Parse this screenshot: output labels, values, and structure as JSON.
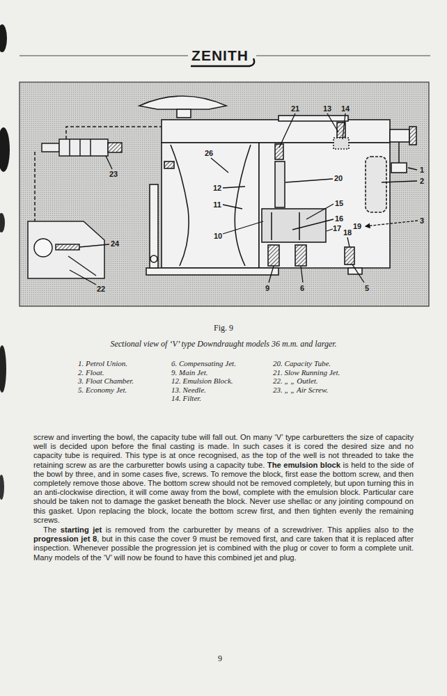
{
  "diagram": {
    "title": "ZENITH",
    "caption": "Sectional view of ‘V’ type Downdraught models 36 m.m. and larger.",
    "labels": [
      "21",
      "13",
      "14",
      "1",
      "2",
      "20",
      "26",
      "12",
      "11",
      "15",
      "16",
      "17",
      "18",
      "19",
      "3",
      "10",
      "9",
      "6",
      "5",
      "23",
      "24",
      "22",
      "Fig. 9",
      "1. Petrol Union.",
      "2. Float.",
      "3. Float Chamber.",
      "5. Economy Jet.",
      "6. Compensating Jet.",
      "9. Main Jet.",
      "12. Emulsion Block.",
      "13. Needle.",
      "14. Filter.",
      "20. Capacity Tube.",
      "21. Slow Running Jet.",
      "22. „ „ Outlet.",
      "23. „ „ Air Screw.",
      "screw and inverting the bowl, the capacity tube will fall out. On many ‘V’ type carburetters the size of capacity well is decided upon before the final casting is made. In such cases it is cored the desired size and no capacity tube is required. This type is at once recognised, as the top of the well is not threaded to take the retaining screw as are the carburetter bowls using a capacity tube.",
      "The emulsion block",
      "is held to the side of the bowl by three, and in some cases five, screws. To remove the block, first ease the bottom screw, and then completely remove those above. The bottom screw should not be removed completely, but upon turning this in an anti-clockwise direction, it will come away from the bowl, complete with the emulsion block. Particular care should be taken not to damage the gasket beneath the block. Never use shellac or any jointing compound on this gasket. Upon replacing the block, locate the bottom screw first, and then tighten evenly the remaining screws.",
      "The",
      "starting jet",
      "is removed from the carburetter by means of a screwdriver. This applies also to the",
      "progression jet 8",
      ", but in this case the cover 9 must be removed first, and care taken that it is replaced after inspection. Whenever possible the progression jet is combined with the plug or cover to form a complete unit. Many models of the ‘V’ will now be found to have this combined jet and plug.",
      "9"
    ]
  }
}
